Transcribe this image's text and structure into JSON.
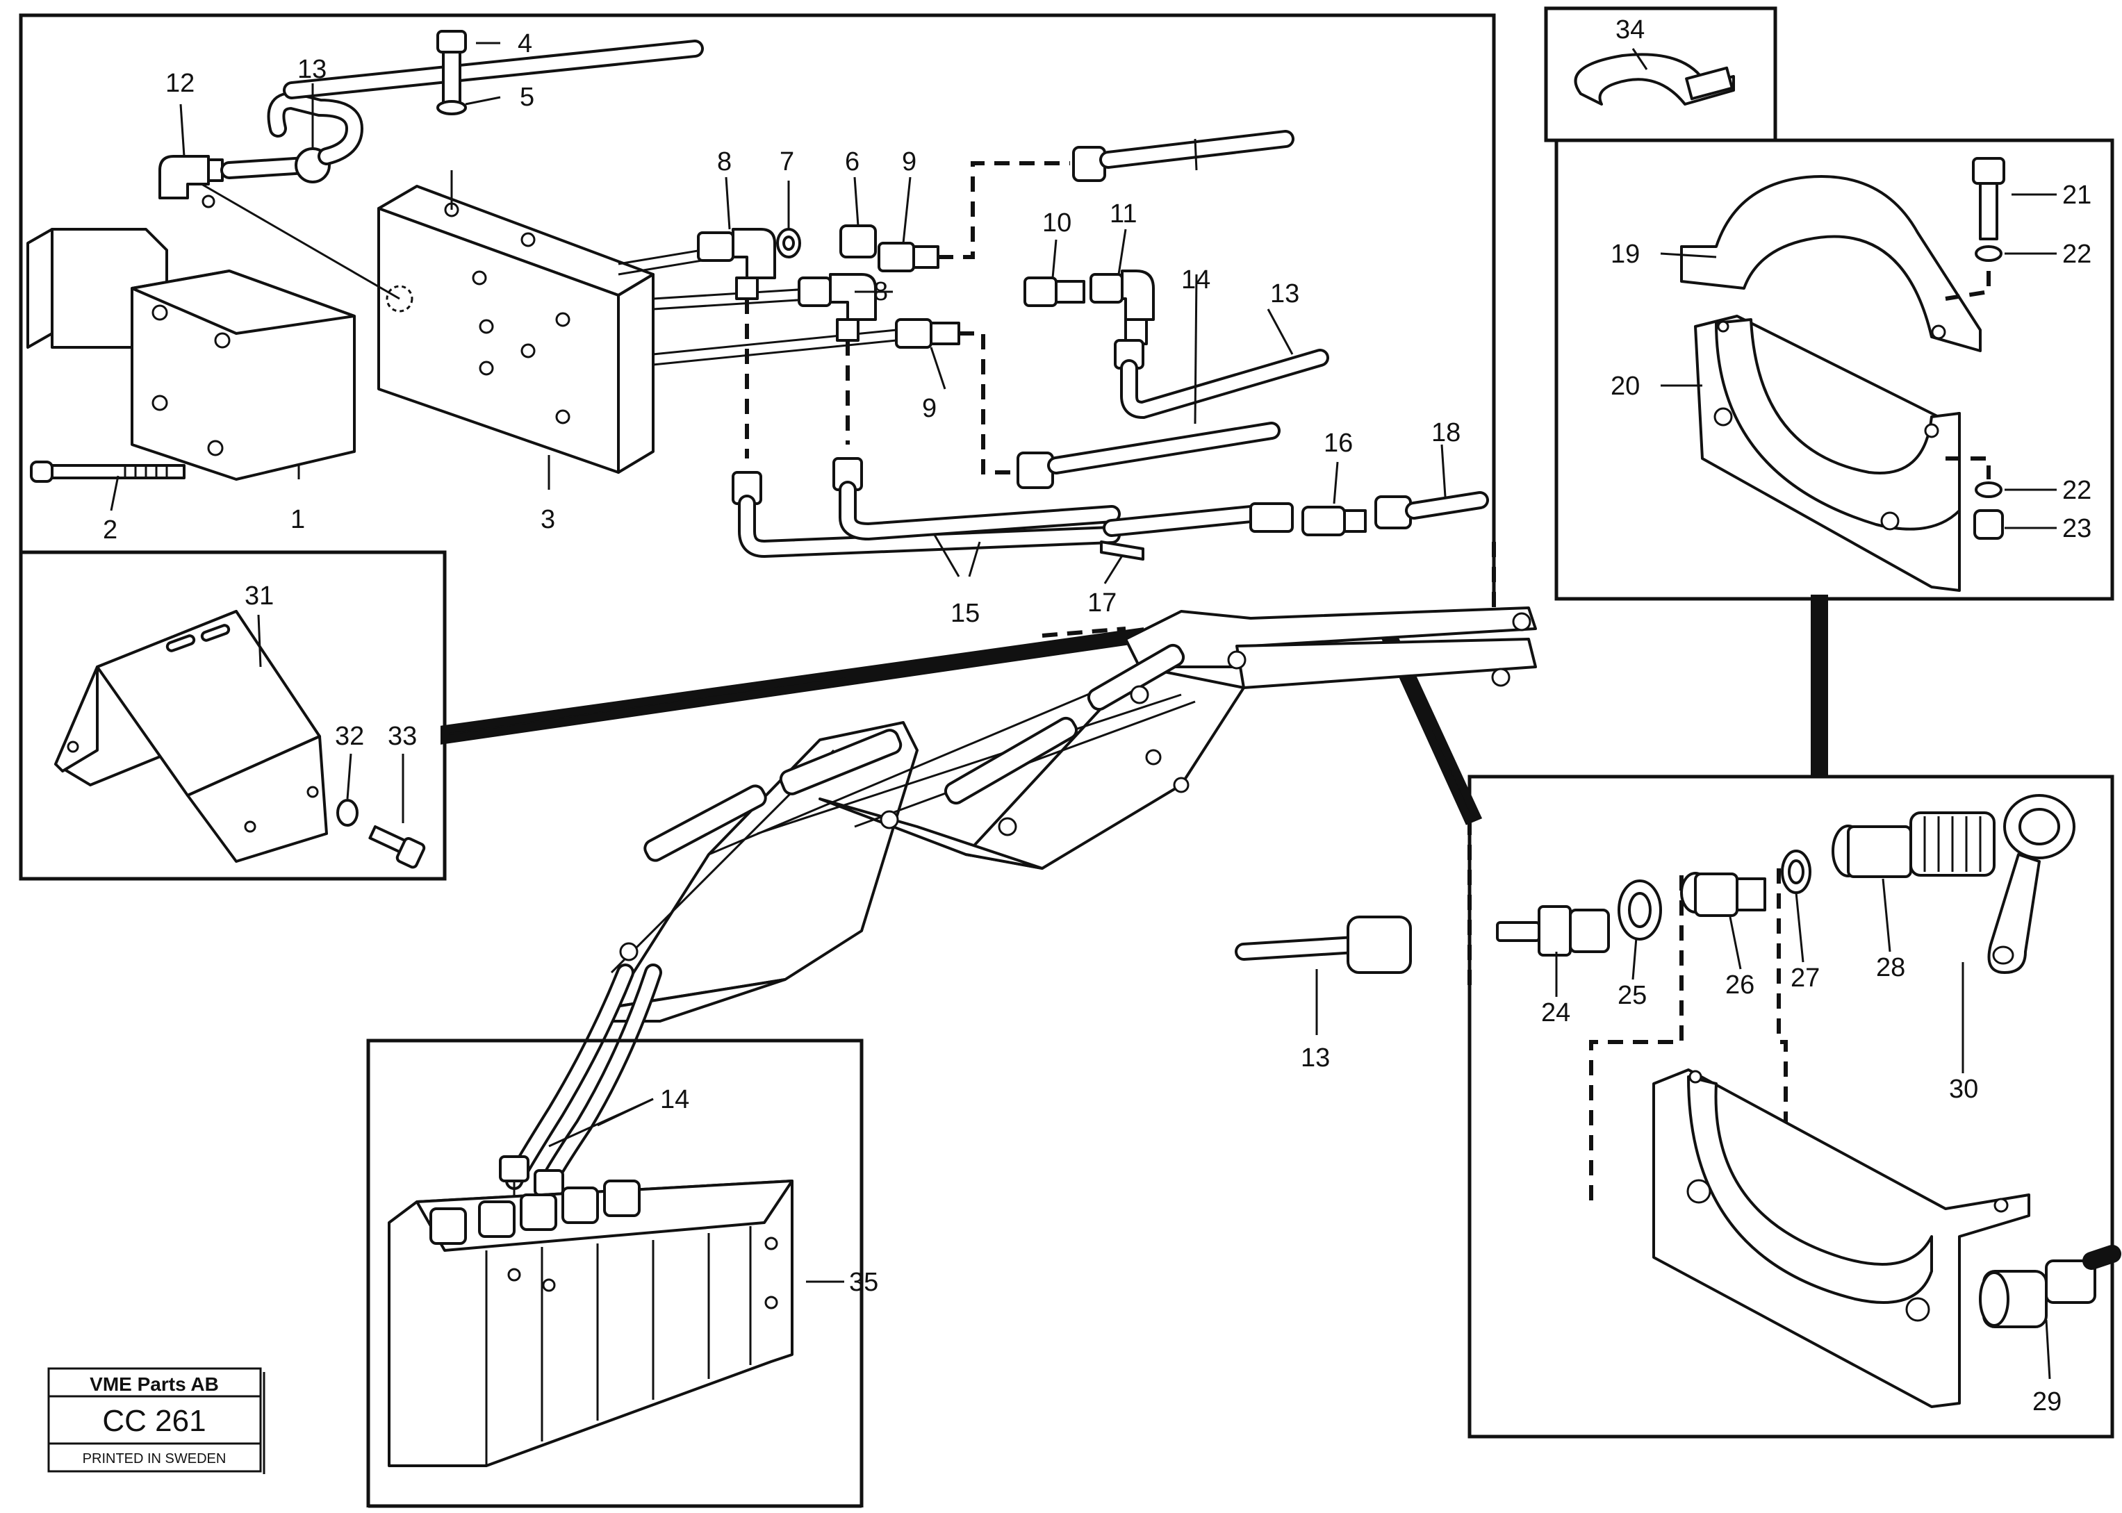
{
  "callouts": {
    "c1": "1",
    "c2": "2",
    "c3": "3",
    "c4": "4",
    "c5": "5",
    "c6": "6",
    "c7": "7",
    "c8a": "8",
    "c8b": "8",
    "c9a": "9",
    "c9b": "9",
    "c10": "10",
    "c11": "11",
    "c12": "12",
    "c13a": "13",
    "c13b": "13",
    "c13c": "13",
    "c14a": "14",
    "c14b": "14",
    "c15": "15",
    "c16": "16",
    "c17": "17",
    "c18": "18",
    "c19": "19",
    "c20": "20",
    "c21": "21",
    "c22a": "22",
    "c22b": "22",
    "c23": "23",
    "c24": "24",
    "c25": "25",
    "c26": "26",
    "c27": "27",
    "c28": "28",
    "c29": "29",
    "c30": "30",
    "c31": "31",
    "c32": "32",
    "c33": "33",
    "c34": "34",
    "c35": "35"
  },
  "stamp": {
    "company": "VME Parts AB",
    "code": "CC 261",
    "printed": "PRINTED IN SWEDEN"
  }
}
